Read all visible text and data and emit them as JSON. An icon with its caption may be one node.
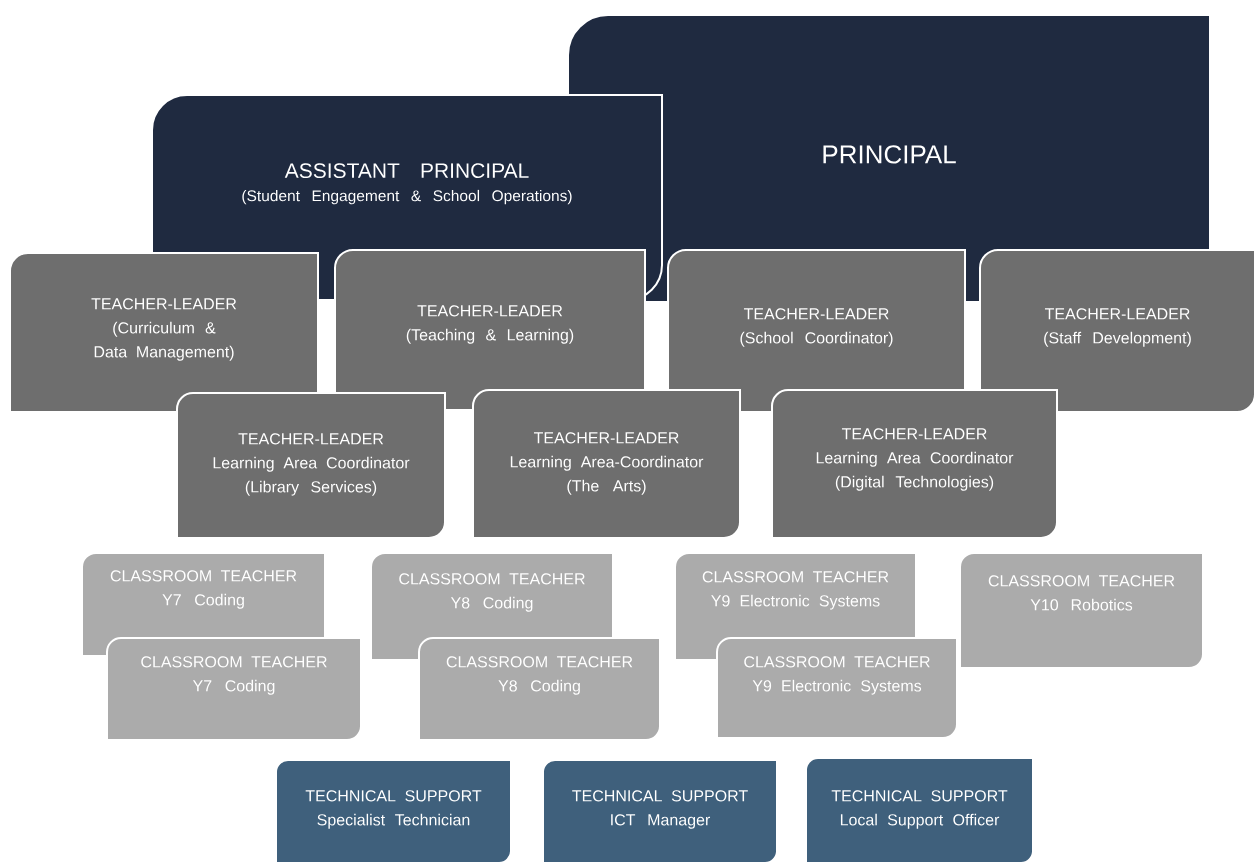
{
  "diagram": {
    "nodes": [
      {
        "text": [
          "PRINCIPAL"
        ]
      },
      {
        "text": [
          "ASSISTANT PRINCIPAL",
          "(Student Engagement & School Operations)"
        ]
      },
      {
        "text": [
          "TEACHER-LEADER",
          "(Curriculum & Data Management)"
        ]
      },
      {
        "text": [
          "TEACHER-LEADER",
          "(Teaching & Learning)"
        ]
      },
      {
        "text": [
          "TEACHER-LEADER",
          "(School Coordinator)"
        ]
      },
      {
        "text": [
          "TEACHER-LEADER",
          "(Staff Development)"
        ]
      },
      {
        "text": [
          "TEACHER-LEADER",
          "Learning Area Coordinator",
          "(Library Services)"
        ]
      },
      {
        "text": [
          "TEACHER-LEADER",
          "Learning Area-Coordinator",
          "(The Arts)"
        ]
      },
      {
        "text": [
          "TEACHER-LEADER",
          "Learning Area Coordinator",
          "(Digital Technologies)"
        ]
      },
      {
        "text": [
          "CLASSROOM TEACHER",
          "Y7 Coding"
        ]
      },
      {
        "text": [
          "CLASSROOM TEACHER",
          "Y8 Coding"
        ]
      },
      {
        "text": [
          "CLASSROOM TEACHER",
          "Y9 Electronic Systems"
        ]
      },
      {
        "text": [
          "CLASSROOM TEACHER",
          "Y10 Robotics"
        ]
      },
      {
        "text": [
          "CLASSROOM TEACHER",
          "Y7 Coding"
        ]
      },
      {
        "text": [
          "CLASSROOM TEACHER",
          "Y8 Coding"
        ]
      },
      {
        "text": [
          "CLASSROOM TEACHER",
          "Y9 Electronic Systems"
        ]
      },
      {
        "text": [
          "TECHNICAL SUPPORT",
          "Specialist Technician"
        ]
      },
      {
        "text": [
          "TECHNICAL SUPPORT",
          "ICT Manager"
        ]
      },
      {
        "text": [
          "TECHNICAL SUPPORT",
          "Local Support Officer"
        ]
      }
    ]
  }
}
